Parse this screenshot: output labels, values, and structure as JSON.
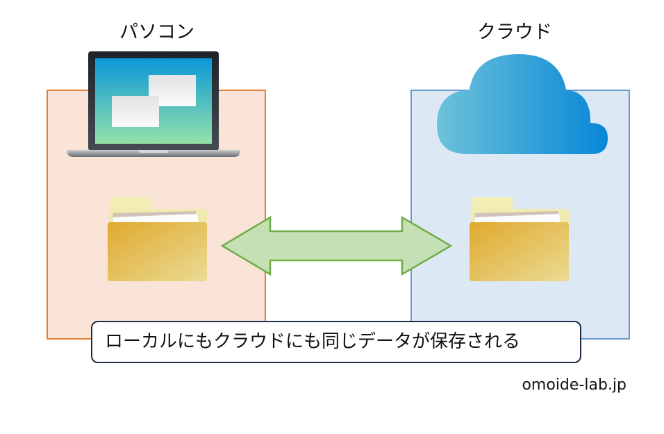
{
  "diagram": {
    "left": {
      "title": "パソコン",
      "icon": "laptop-icon",
      "folder_icon": "folder-icon",
      "box_color": "#fae4d8",
      "border_color": "#e57f33"
    },
    "right": {
      "title": "クラウド",
      "icon": "cloud-icon",
      "folder_icon": "folder-icon",
      "box_color": "#dde8f5",
      "border_color": "#6a9bcf"
    },
    "connector": {
      "type": "double-arrow",
      "fill": "#c5e0b4",
      "stroke": "#70ad47"
    },
    "caption": "ローカルにもクラウドにも同じデータが保存される",
    "credit": "omoide-lab.jp"
  }
}
